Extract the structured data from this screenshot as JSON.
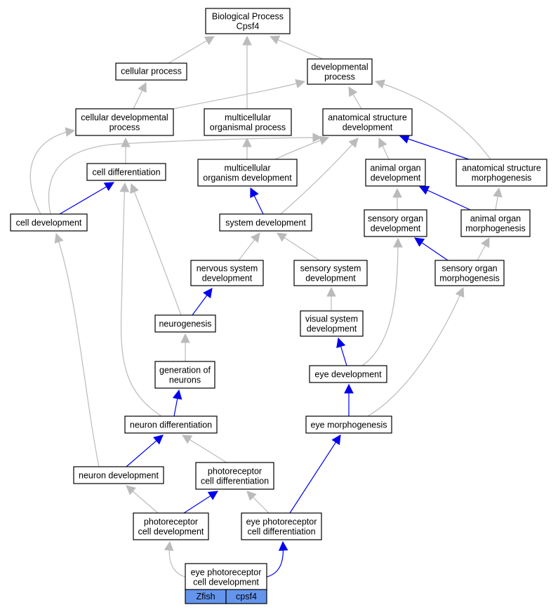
{
  "colors": {
    "is_a": "#bbbbbb",
    "part_of": "#0000ee",
    "tag_fill": "#6495ed"
  },
  "nodes": {
    "bp": [
      "Biological Process",
      "Cpsf4"
    ],
    "cellular_process": [
      "cellular process"
    ],
    "developmental_process": [
      "developmental",
      "process"
    ],
    "cellular_developmental_process": [
      "cellular developmental",
      "process"
    ],
    "multicellular_organismal_process": [
      "multicellular",
      "organismal process"
    ],
    "anatomical_structure_development": [
      "anatomical structure",
      "development"
    ],
    "cell_differentiation": [
      "cell differentiation"
    ],
    "multicellular_organism_development": [
      "multicellular",
      "organism development"
    ],
    "animal_organ_development": [
      "animal organ",
      "development"
    ],
    "anatomical_structure_morphogenesis": [
      "anatomical structure",
      "morphogenesis"
    ],
    "cell_development": [
      "cell development"
    ],
    "system_development": [
      "system development"
    ],
    "sensory_organ_development": [
      "sensory organ",
      "development"
    ],
    "animal_organ_morphogenesis": [
      "animal organ",
      "morphogenesis"
    ],
    "nervous_system_development": [
      "nervous system",
      "development"
    ],
    "sensory_system_development": [
      "sensory system",
      "development"
    ],
    "sensory_organ_morphogenesis": [
      "sensory organ",
      "morphogenesis"
    ],
    "neurogenesis": [
      "neurogenesis"
    ],
    "visual_system_development": [
      "visual system",
      "development"
    ],
    "generation_of_neurons": [
      "generation of",
      "neurons"
    ],
    "eye_development": [
      "eye development"
    ],
    "neuron_differentiation": [
      "neuron differentiation"
    ],
    "eye_morphogenesis": [
      "eye morphogenesis"
    ],
    "neuron_development": [
      "neuron development"
    ],
    "photoreceptor_cell_differentiation": [
      "photoreceptor",
      "cell differentiation"
    ],
    "photoreceptor_cell_development": [
      "photoreceptor",
      "cell development"
    ],
    "eye_photoreceptor_cell_differentiation": [
      "eye photoreceptor",
      "cell differentiation"
    ],
    "eye_photoreceptor_cell_development": [
      "eye photoreceptor",
      "cell development"
    ]
  },
  "tags": {
    "organism": "Zfish",
    "gene": "cpsf4"
  },
  "edges": [
    {
      "from": "cellular_process",
      "to": "bp",
      "type": "is_a"
    },
    {
      "from": "developmental_process",
      "to": "bp",
      "type": "is_a"
    },
    {
      "from": "multicellular_organismal_process",
      "to": "bp",
      "type": "is_a"
    },
    {
      "from": "cellular_developmental_process",
      "to": "cellular_process",
      "type": "is_a"
    },
    {
      "from": "cellular_developmental_process",
      "to": "developmental_process",
      "type": "is_a"
    },
    {
      "from": "anatomical_structure_development",
      "to": "developmental_process",
      "type": "is_a"
    },
    {
      "from": "anatomical_structure_morphogenesis",
      "to": "developmental_process",
      "type": "is_a"
    },
    {
      "from": "cell_differentiation",
      "to": "cellular_developmental_process",
      "type": "is_a"
    },
    {
      "from": "cell_development",
      "to": "cellular_developmental_process",
      "type": "is_a"
    },
    {
      "from": "multicellular_organism_development",
      "to": "multicellular_organismal_process",
      "type": "is_a"
    },
    {
      "from": "multicellular_organism_development",
      "to": "anatomical_structure_development",
      "type": "is_a"
    },
    {
      "from": "animal_organ_development",
      "to": "anatomical_structure_development",
      "type": "is_a"
    },
    {
      "from": "anatomical_structure_morphogenesis",
      "to": "anatomical_structure_development",
      "type": "part_of"
    },
    {
      "from": "cell_development",
      "to": "anatomical_structure_development",
      "type": "is_a"
    },
    {
      "from": "system_development",
      "to": "anatomical_structure_development",
      "type": "is_a"
    },
    {
      "from": "cell_development",
      "to": "cell_differentiation",
      "type": "part_of"
    },
    {
      "from": "system_development",
      "to": "multicellular_organism_development",
      "type": "part_of"
    },
    {
      "from": "sensory_organ_development",
      "to": "animal_organ_development",
      "type": "is_a"
    },
    {
      "from": "animal_organ_morphogenesis",
      "to": "animal_organ_development",
      "type": "part_of"
    },
    {
      "from": "animal_organ_morphogenesis",
      "to": "anatomical_structure_morphogenesis",
      "type": "is_a"
    },
    {
      "from": "nervous_system_development",
      "to": "system_development",
      "type": "is_a"
    },
    {
      "from": "sensory_system_development",
      "to": "system_development",
      "type": "is_a"
    },
    {
      "from": "sensory_organ_morphogenesis",
      "to": "sensory_organ_development",
      "type": "part_of"
    },
    {
      "from": "sensory_organ_morphogenesis",
      "to": "animal_organ_morphogenesis",
      "type": "is_a"
    },
    {
      "from": "neurogenesis",
      "to": "nervous_system_development",
      "type": "part_of"
    },
    {
      "from": "neurogenesis",
      "to": "cell_differentiation",
      "type": "is_a"
    },
    {
      "from": "visual_system_development",
      "to": "sensory_system_development",
      "type": "is_a"
    },
    {
      "from": "generation_of_neurons",
      "to": "neurogenesis",
      "type": "is_a"
    },
    {
      "from": "eye_development",
      "to": "visual_system_development",
      "type": "part_of"
    },
    {
      "from": "eye_development",
      "to": "sensory_organ_development",
      "type": "is_a"
    },
    {
      "from": "neuron_differentiation",
      "to": "generation_of_neurons",
      "type": "part_of"
    },
    {
      "from": "neuron_differentiation",
      "to": "cell_differentiation",
      "type": "is_a"
    },
    {
      "from": "eye_morphogenesis",
      "to": "eye_development",
      "type": "part_of"
    },
    {
      "from": "eye_morphogenesis",
      "to": "sensory_organ_morphogenesis",
      "type": "is_a"
    },
    {
      "from": "neuron_development",
      "to": "neuron_differentiation",
      "type": "part_of"
    },
    {
      "from": "neuron_development",
      "to": "cell_development",
      "type": "is_a"
    },
    {
      "from": "photoreceptor_cell_differentiation",
      "to": "neuron_differentiation",
      "type": "is_a"
    },
    {
      "from": "photoreceptor_cell_development",
      "to": "photoreceptor_cell_differentiation",
      "type": "part_of"
    },
    {
      "from": "photoreceptor_cell_development",
      "to": "neuron_development",
      "type": "is_a"
    },
    {
      "from": "eye_photoreceptor_cell_differentiation",
      "to": "photoreceptor_cell_differentiation",
      "type": "is_a"
    },
    {
      "from": "eye_photoreceptor_cell_differentiation",
      "to": "eye_morphogenesis",
      "type": "part_of"
    },
    {
      "from": "eye_photoreceptor_cell_development",
      "to": "photoreceptor_cell_development",
      "type": "is_a"
    },
    {
      "from": "eye_photoreceptor_cell_development",
      "to": "eye_photoreceptor_cell_differentiation",
      "type": "part_of"
    }
  ]
}
